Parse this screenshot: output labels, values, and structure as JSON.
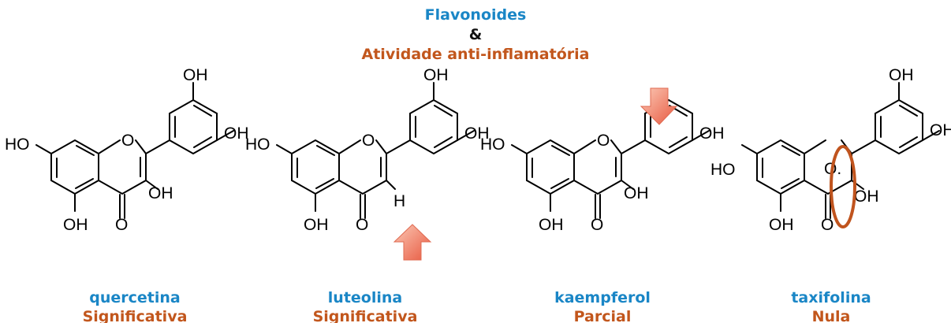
{
  "header": {
    "title_line1": "Flavonoides",
    "title_line2": "&",
    "title_line3": "Atividade anti-inflamatória"
  },
  "colors": {
    "blue": "#1a86c6",
    "red": "#c2561c",
    "arrow": "#f07860",
    "ellipse": "#c0541e"
  },
  "atoms": {
    "oh": "OH",
    "ho": "HO",
    "o": "O",
    "h": "H",
    "oh_cut": "OH",
    "o_dot": "O."
  },
  "compounds": [
    {
      "name": "quercetina",
      "activity": "Significativa"
    },
    {
      "name": "luteolina",
      "activity": "Significativa"
    },
    {
      "name": "kaempferol",
      "activity": "Parcial"
    },
    {
      "name": "taxifolina",
      "activity": "Nula"
    }
  ]
}
